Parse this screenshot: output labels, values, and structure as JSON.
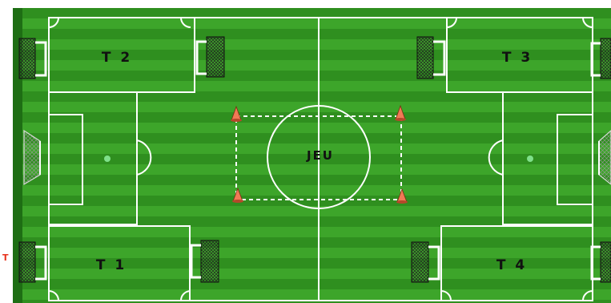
{
  "field": {
    "grass_dark": "#2f8f1f",
    "grass_light": "#3da52a",
    "border": "#1e6e14",
    "line_color": "#ffffff"
  },
  "zones": {
    "t1": "T 1",
    "t2": "T 2",
    "t3": "T 3",
    "t4": "T 4"
  },
  "center": {
    "label": "JEU"
  },
  "margin": {
    "label": "T"
  },
  "cones": {
    "color": "#f07a55"
  }
}
